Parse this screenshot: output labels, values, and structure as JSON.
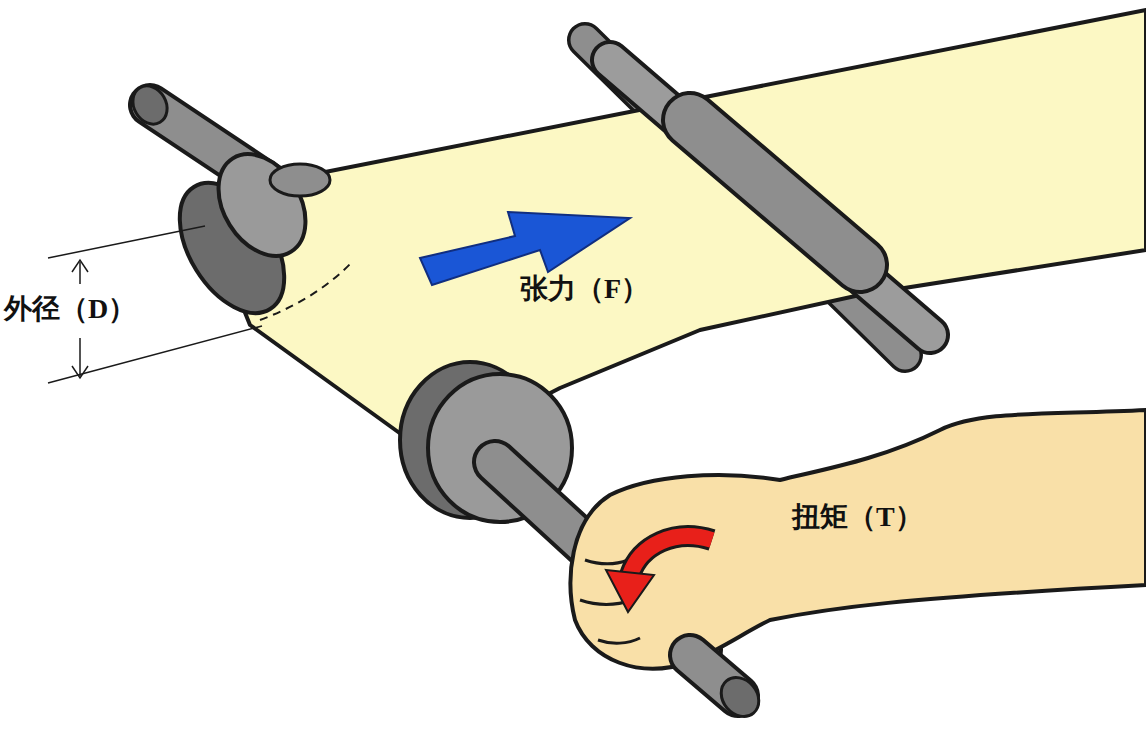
{
  "diagram": {
    "labels": [
      "外径（D）",
      "张力（F）",
      "扭矩（T）"
    ]
  }
}
